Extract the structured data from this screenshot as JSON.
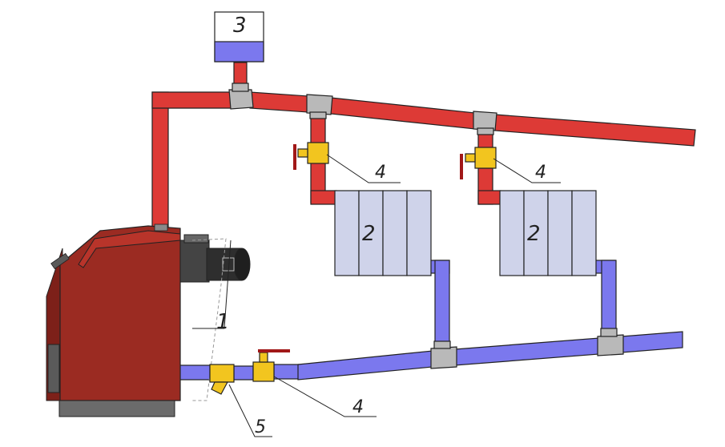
{
  "colors": {
    "supply": "#dd3a36",
    "return": "#7b78ee",
    "fitting": "#b9b9b9",
    "valve": "#f2c51f",
    "radiator": "#cfd3ea",
    "boiler": "#9b2b22",
    "burner": "#3a3a3a"
  },
  "labels": {
    "boiler": "1",
    "radiator_left": "2",
    "radiator_right": "2",
    "expansion_tank": "3",
    "valve_left": "4",
    "valve_right": "4",
    "valve_bottom": "4",
    "filter": "5"
  }
}
